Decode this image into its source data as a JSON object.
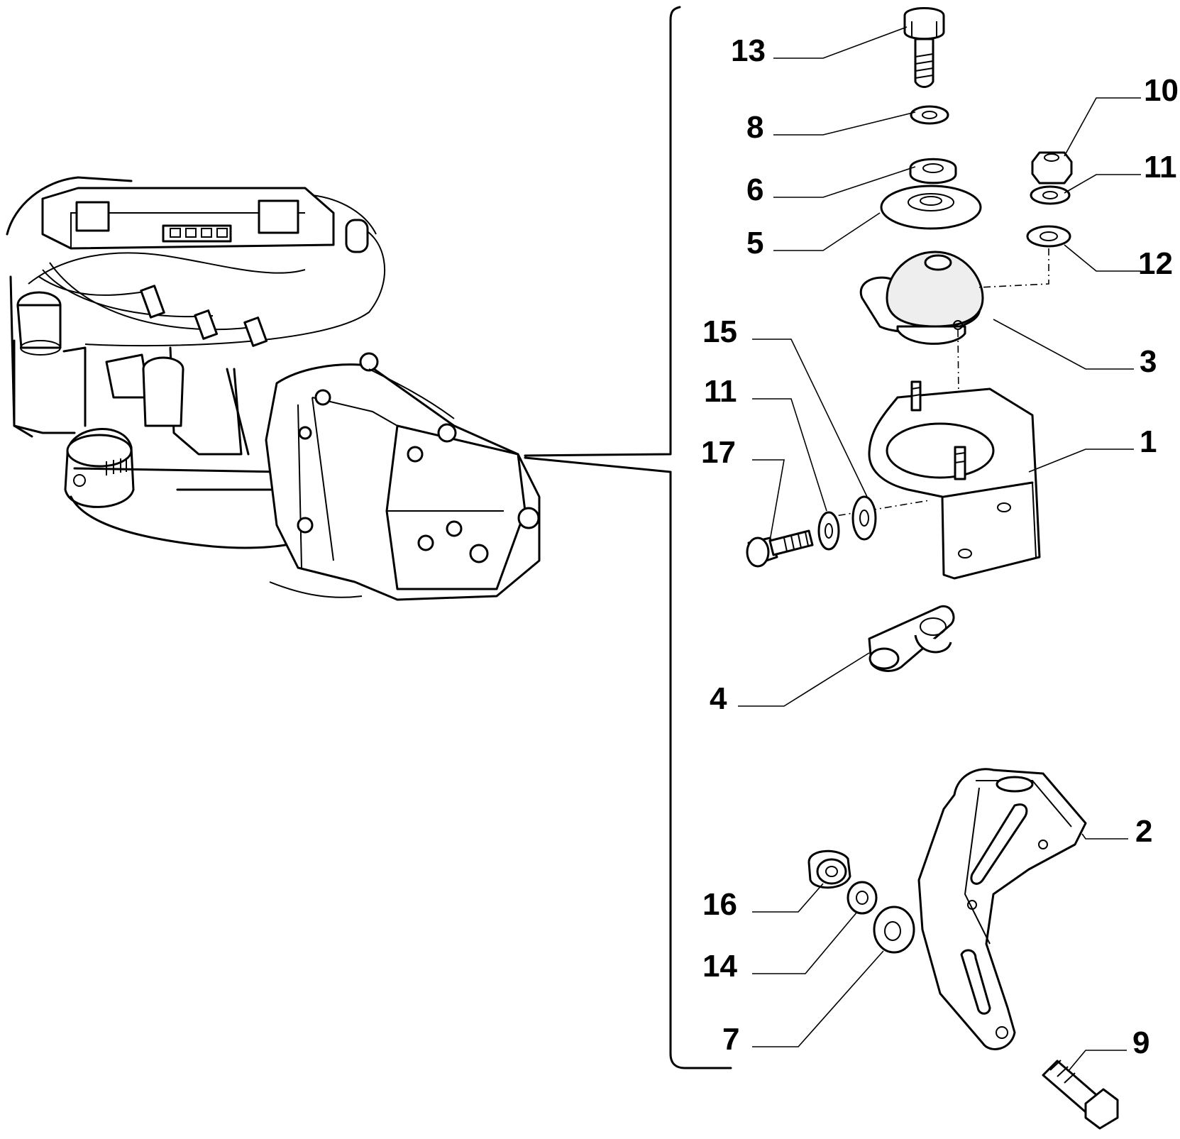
{
  "callouts": [
    {
      "id": "13",
      "text": "13"
    },
    {
      "id": "8",
      "text": "8"
    },
    {
      "id": "6",
      "text": "6"
    },
    {
      "id": "5",
      "text": "5"
    },
    {
      "id": "10",
      "text": "10"
    },
    {
      "id": "11a",
      "text": "11"
    },
    {
      "id": "12",
      "text": "12"
    },
    {
      "id": "3",
      "text": "3"
    },
    {
      "id": "15",
      "text": "15"
    },
    {
      "id": "11b",
      "text": "11"
    },
    {
      "id": "17",
      "text": "17"
    },
    {
      "id": "1",
      "text": "1"
    },
    {
      "id": "4",
      "text": "4"
    },
    {
      "id": "2",
      "text": "2"
    },
    {
      "id": "16",
      "text": "16"
    },
    {
      "id": "14",
      "text": "14"
    },
    {
      "id": "7",
      "text": "7"
    },
    {
      "id": "9",
      "text": "9"
    }
  ]
}
